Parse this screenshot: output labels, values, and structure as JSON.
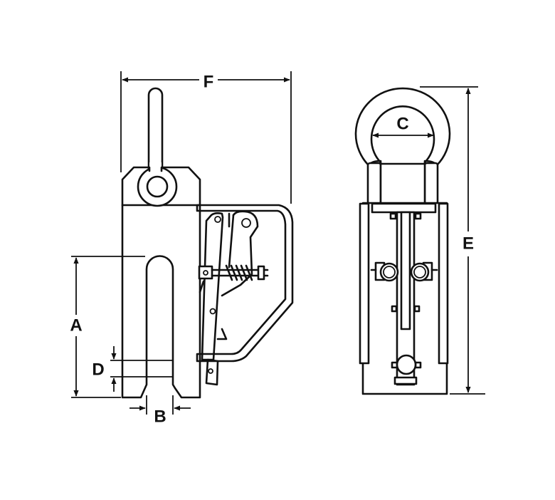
{
  "dimensions": {
    "A": "A",
    "B": "B",
    "C": "C",
    "D": "D",
    "E": "E",
    "F": "F"
  },
  "colors": {
    "line": "#111111",
    "background": "#ffffff"
  }
}
